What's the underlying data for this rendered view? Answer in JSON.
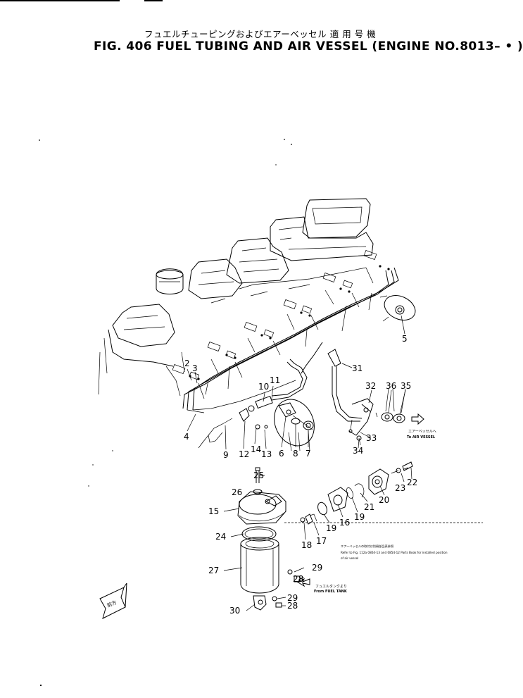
{
  "header": {
    "title_jp": "フュエルチューピングおよびエアーベッセル 適 用 号 機",
    "title_en": "FIG. 406  FUEL TUBING AND AIR VESSEL (ENGINE NO.8013– • )"
  },
  "part_numbers": [
    "2",
    "3",
    "4",
    "5",
    "6",
    "7",
    "8",
    "9",
    "10",
    "11",
    "12",
    "13",
    "14",
    "15",
    "16",
    "17",
    "18",
    "19",
    "19",
    "20",
    "21",
    "22",
    "23",
    "24",
    "25",
    "26",
    "27",
    "28",
    "28",
    "29",
    "29",
    "30",
    "31",
    "32",
    "33",
    "34",
    "35",
    "36"
  ],
  "annotations": {
    "to_air_vessel_jp": "エアーベッセルへ",
    "to_air_vessel": "To AIR VESSEL",
    "from_fuel_tank_jp": "フュエルタンクより",
    "from_fuel_tank": "From FUEL TANK",
    "refer_note_jp": "エアーベッセルの取付は別冊部品表参照",
    "refer_note_line1": "Refer to Fig. 112a 0804-13 and 0854-12 Parts Book for installed position",
    "refer_note_line2": "of air vessel",
    "front_arrow": "前方"
  }
}
